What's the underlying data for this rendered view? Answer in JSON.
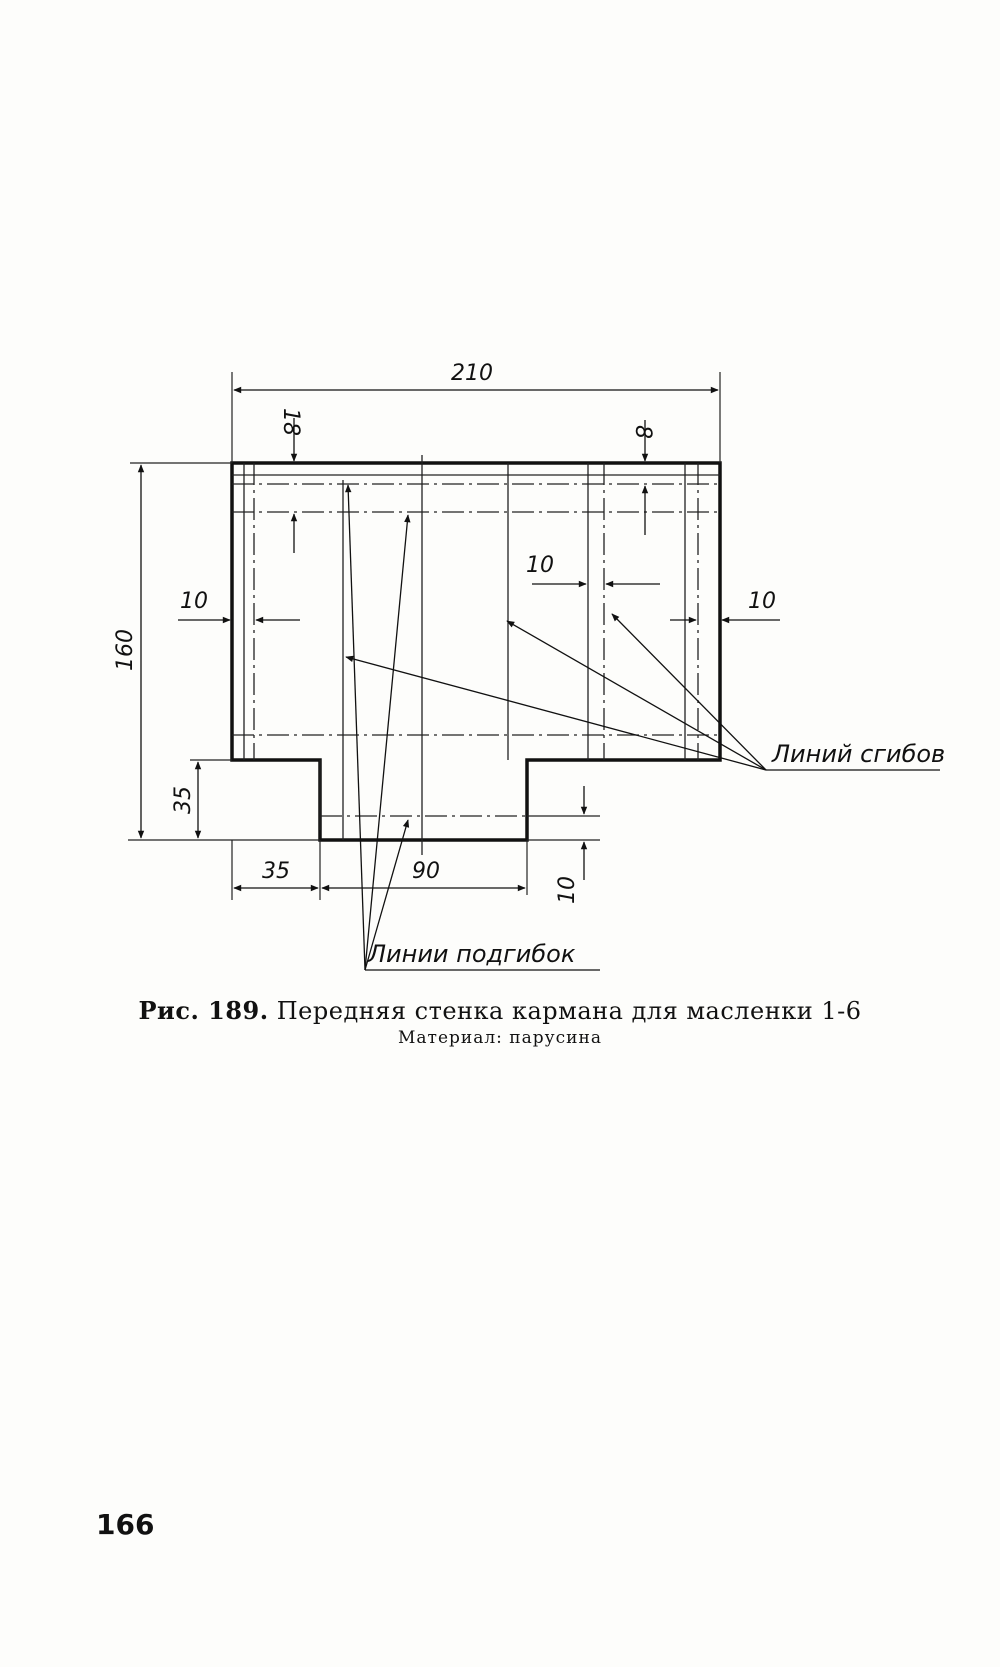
{
  "drawing": {
    "dimensions": {
      "overall_width": "210",
      "overall_height": "160",
      "top_margin_left": "18",
      "top_margin_right": "8",
      "left_margin": "10",
      "inner_gap": "10",
      "right_margin": "10",
      "notch_height": "35",
      "notch_width": "35",
      "tab_width": "90",
      "bottom_margin": "10"
    },
    "callouts": {
      "fold_lines": "Линий сгибов",
      "hem_lines": "Линии подгибок"
    }
  },
  "caption": {
    "figure_label": "Рис. 189.",
    "title": "Передняя стенка кармана для масленки 1-6",
    "material": "Материал: парусина"
  },
  "page_number": "166"
}
